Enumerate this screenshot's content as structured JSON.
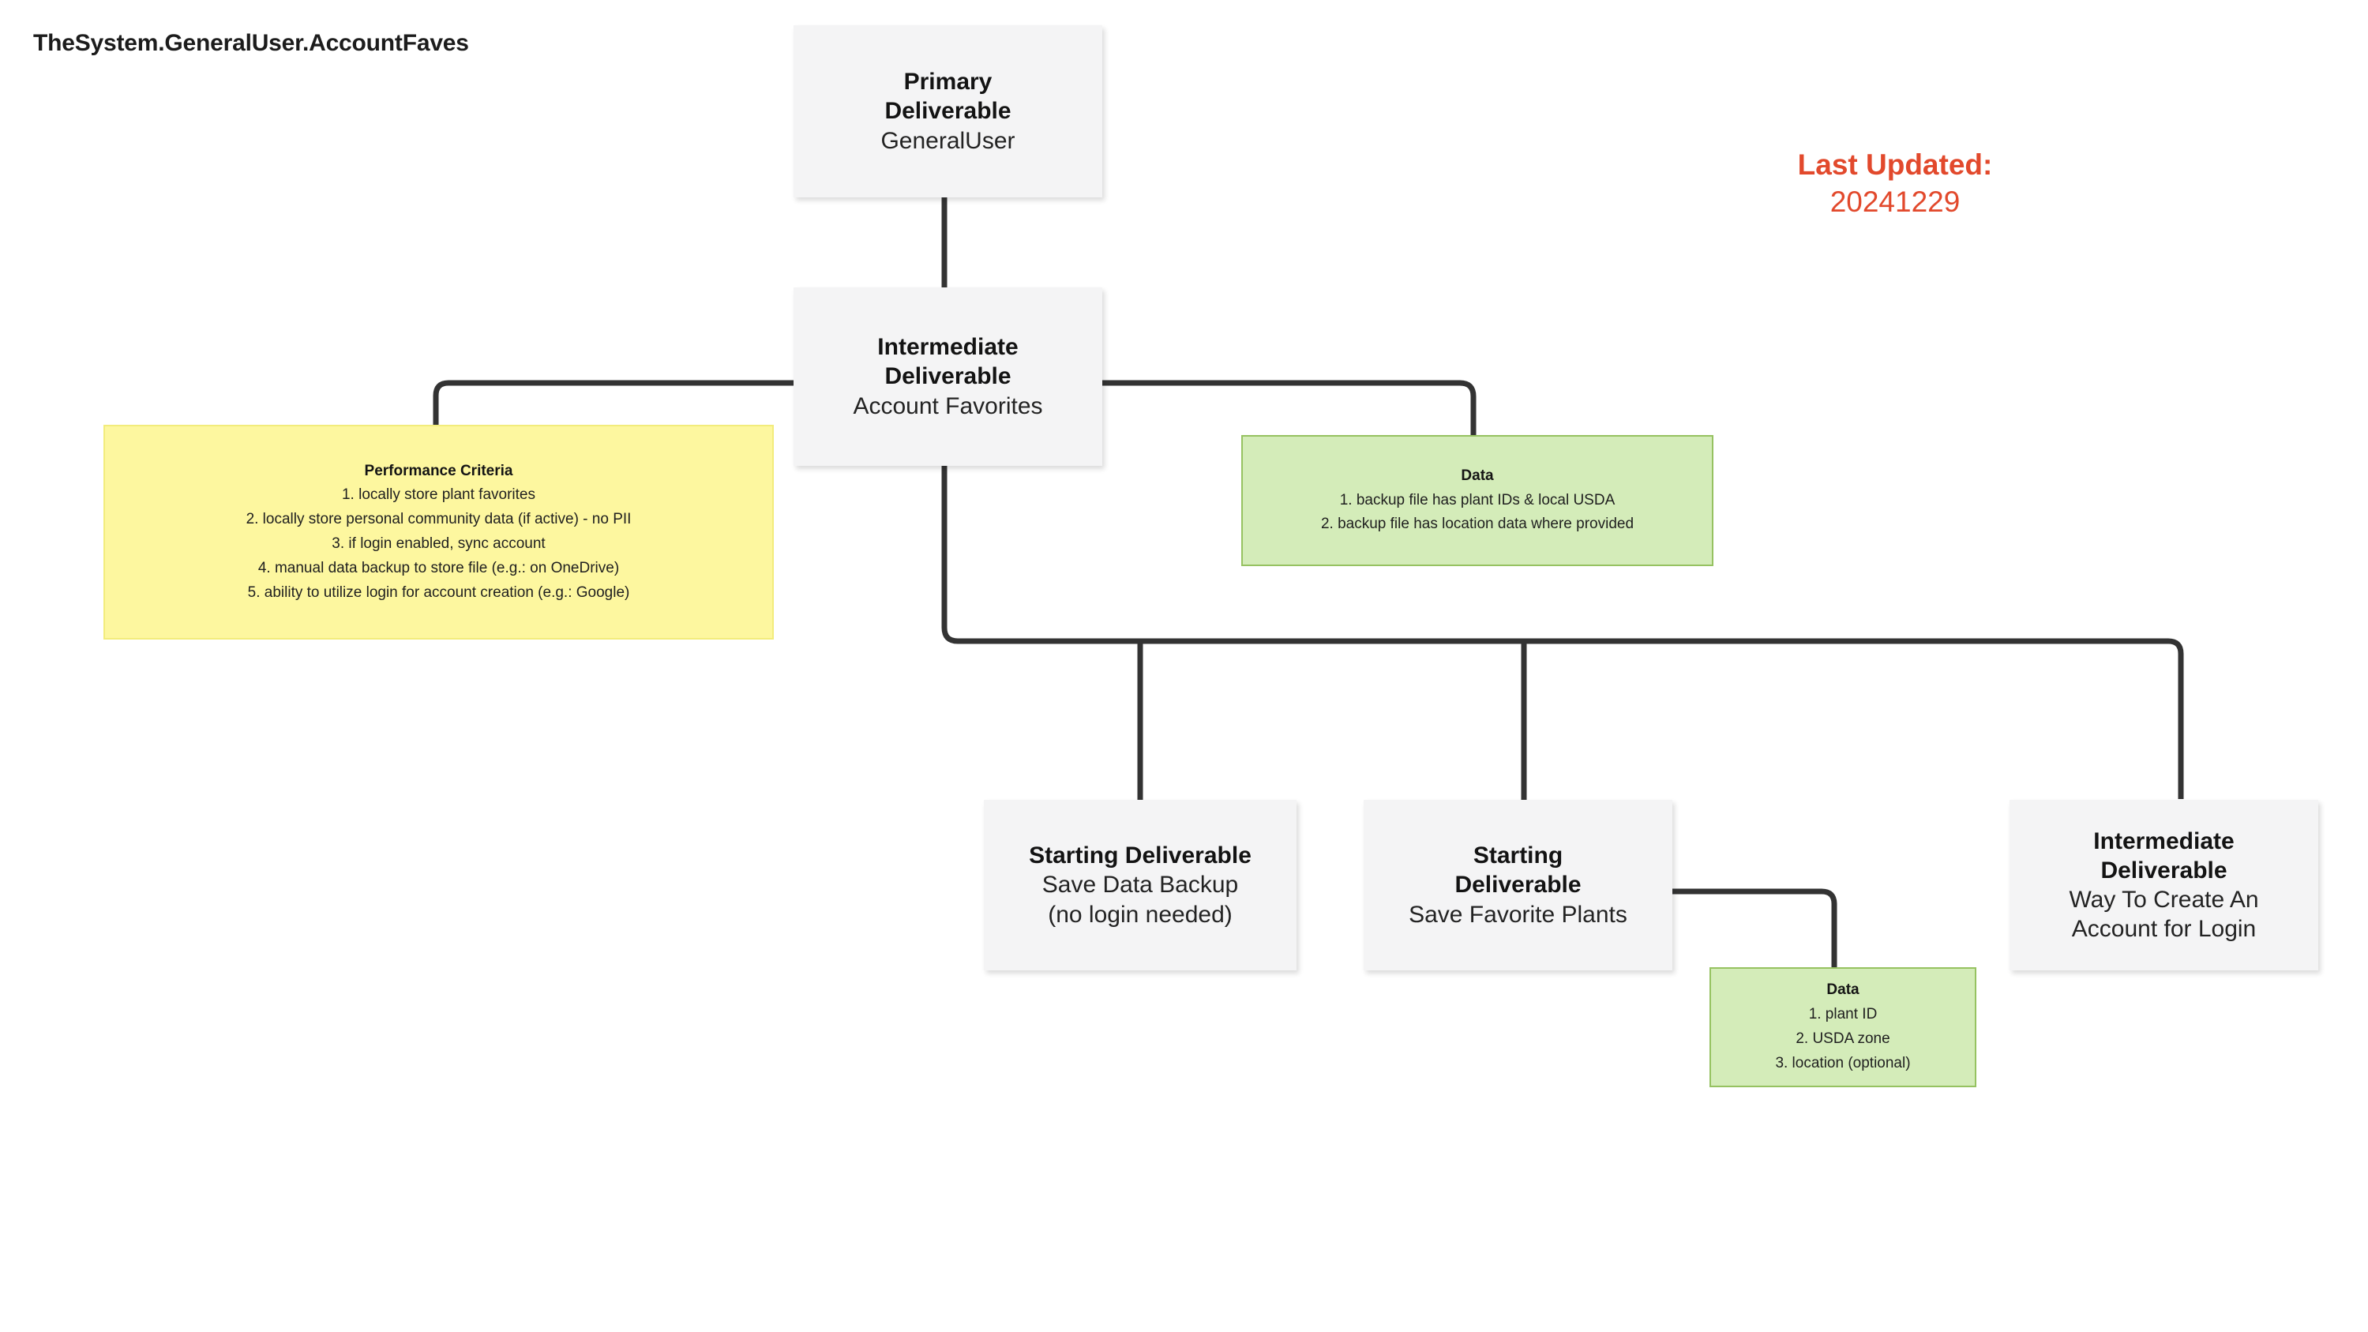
{
  "page": {
    "title": "TheSystem.GeneralUser.AccountFaves",
    "background_color": "#ffffff"
  },
  "last_updated": {
    "label": "Last Updated:",
    "value": "20241229",
    "color": "#e2492c"
  },
  "colors": {
    "node_fill": "#f4f4f5",
    "criteria_fill": "#fdf79f",
    "criteria_border": "#f2ec7c",
    "data_fill": "#d4ecb9",
    "data_border": "#96c261",
    "connector": "#333333",
    "title_text": "#1c1c1c"
  },
  "nodes": {
    "primary_deliverable": {
      "kind": "Primary Deliverable",
      "kind_line1": "Primary",
      "kind_line2": "Deliverable",
      "name": "GeneralUser"
    },
    "intermediate_account_favorites": {
      "kind": "Intermediate Deliverable",
      "kind_line1": "Intermediate",
      "kind_line2": "Deliverable",
      "name": "Account Favorites"
    },
    "starting_save_data_backup": {
      "kind": "Starting Deliverable",
      "kind_line1": "Starting Deliverable",
      "name_line1": "Save Data Backup",
      "name_line2": "(no login needed)"
    },
    "starting_save_favorite_plants": {
      "kind": "Starting Deliverable",
      "kind_line1": "Starting",
      "kind_line2": "Deliverable",
      "name": "Save Favorite Plants"
    },
    "intermediate_account_login": {
      "kind": "Intermediate Deliverable",
      "kind_line1": "Intermediate",
      "kind_line2": "Deliverable",
      "name_line1": "Way To Create An",
      "name_line2": "Account for Login"
    }
  },
  "annotations": {
    "performance_criteria": {
      "title": "Performance Criteria",
      "items": [
        "1. locally store plant favorites",
        "2. locally store personal community data (if active) - no PII",
        "3. if login enabled, sync account",
        "4. manual data backup to store file (e.g.: on OneDrive)",
        "5. ability to utilize login for account creation (e.g.: Google)"
      ]
    },
    "data_account_favorites": {
      "title": "Data",
      "items": [
        "1. backup file has plant IDs & local USDA",
        "2. backup file has location data where provided"
      ]
    },
    "data_save_favorite_plants": {
      "title": "Data",
      "items": [
        "1. plant ID",
        "2. USDA zone",
        "3. location (optional)"
      ]
    }
  }
}
